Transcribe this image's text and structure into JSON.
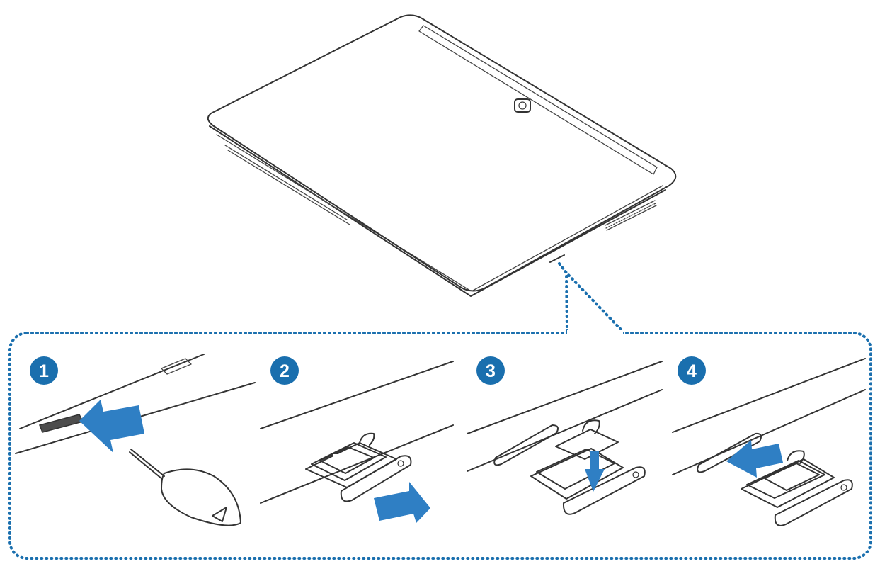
{
  "colors": {
    "accent": "#1a6fae",
    "arrow": "#2f7fc4",
    "line": "#333333",
    "device_fill": "#ffffff",
    "tray_dark": "#5e5e5e",
    "tray_mid": "#8c8c8c",
    "card_fill": "#dcdcdc"
  },
  "steps": [
    {
      "number": "1",
      "action": "insert-ejection-pin"
    },
    {
      "number": "2",
      "action": "pull-out-tray"
    },
    {
      "number": "3",
      "action": "place-card-in-tray"
    },
    {
      "number": "4",
      "action": "insert-tray-into-slot"
    }
  ]
}
